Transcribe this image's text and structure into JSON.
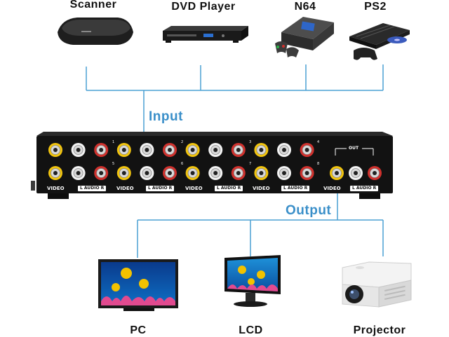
{
  "diagram": {
    "input_label": "Input",
    "output_label": "Output",
    "accent_color": "#3a8fc9",
    "line_color": "#4aa0d3",
    "sources": [
      {
        "label": "Scanner",
        "icon": "set-top-box-icon"
      },
      {
        "label": "DVD Player",
        "icon": "dvd-player-icon"
      },
      {
        "label": "N64",
        "icon": "n64-console-icon"
      },
      {
        "label": "PS2",
        "icon": "ps2-console-icon"
      }
    ],
    "outputs": [
      {
        "label": "PC",
        "icon": "monitor-icon"
      },
      {
        "label": "LCD",
        "icon": "lcd-monitor-icon"
      },
      {
        "label": "Projector",
        "icon": "projector-icon"
      }
    ]
  },
  "device": {
    "video_label": "VIDEO",
    "audio_label": "L AUDIO R",
    "out_label": "OUT",
    "port_numbers": [
      "1",
      "2",
      "3",
      "4",
      "5",
      "6",
      "7",
      "8"
    ],
    "port_colors": {
      "video": "#f1c40f",
      "audio_left": "#f2f2f2",
      "audio_right": "#d0312d"
    }
  }
}
